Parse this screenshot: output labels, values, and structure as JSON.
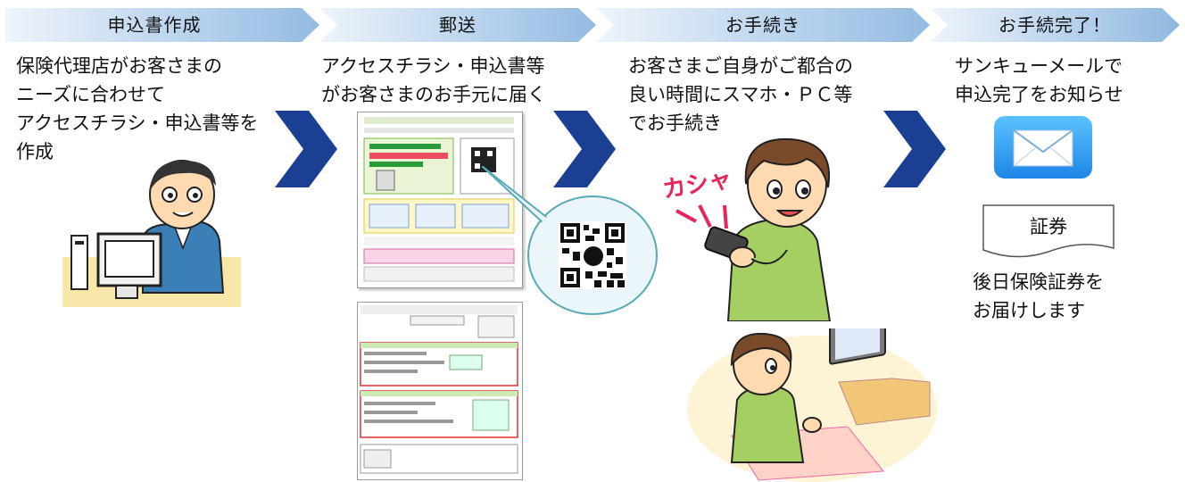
{
  "steps": [
    {
      "title": "申込書作成",
      "lines": [
        "保険代理店がお客さまの",
        "ニーズに合わせて",
        "アクセスチラシ・申込書等を",
        "作成"
      ]
    },
    {
      "title": "郵送",
      "lines": [
        "アクセスチラシ・申込書等",
        "がお客さまのお手元に届く"
      ]
    },
    {
      "title": "お手続き",
      "lines": [
        "お客さまご自身がご都合の",
        "良い時間にスマホ・ＰＣ等",
        "でお手続き"
      ]
    },
    {
      "title": "お手続完了！",
      "lines": [
        "サンキューメールで",
        "申込完了をお知らせ"
      ]
    }
  ],
  "kasha_label": "カシャ",
  "certificate_label": "証券",
  "completion_note": [
    "後日保険証券を",
    "お届けします"
  ],
  "colors": {
    "banner_gradient_start": "#eef4fb",
    "banner_gradient_end": "#8fb8e0",
    "flow_arrow": "#1a3f93",
    "mail_icon": "#3aa2ee",
    "kasha_text": "#e8245a"
  }
}
